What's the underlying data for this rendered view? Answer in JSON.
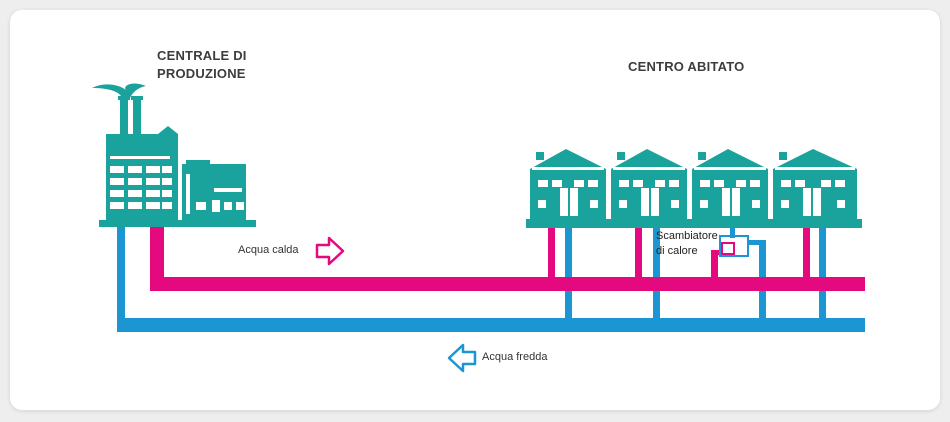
{
  "labels": {
    "plant_line1": "CENTRALE DI",
    "plant_line2": "PRODUZIONE",
    "town": "CENTRO ABITATO",
    "hot_water": "Acqua calda",
    "cold_water": "Acqua fredda",
    "exchanger_line1": "Scambiatore",
    "exchanger_line2": "di calore"
  },
  "colors": {
    "hot_pipe": "#e5097f",
    "cold_pipe": "#1b96d2",
    "building": "#1aa39c",
    "text": "#3d3d3d"
  },
  "icons": [
    "factory-icon",
    "warehouse-icon",
    "arrow-right-icon",
    "arrow-left-icon",
    "heat-exchanger-icon"
  ]
}
